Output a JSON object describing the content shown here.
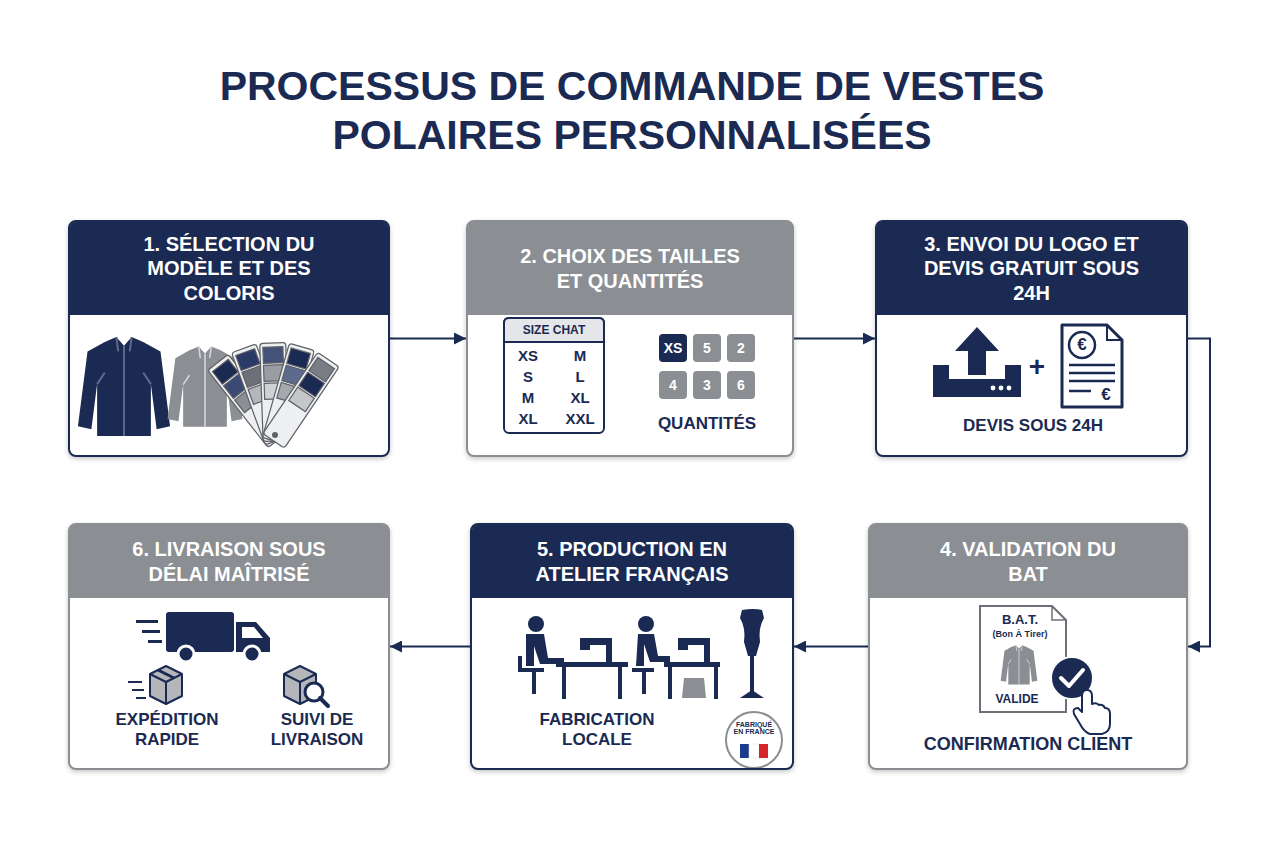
{
  "diagram": {
    "title": "PROCESSUS DE COMMANDE DE VESTES POLAIRES PERSONNALISÉES",
    "nodes": [
      {
        "text": [
          "1. SÉLECTION DU MODÈLE ET DES COLORIS"
        ]
      },
      {
        "text": [
          "2. CHOIX DES TAILLES ET QUANTITÉS",
          "QUANTITÉS"
        ]
      },
      {
        "text": [
          "3. ENVOI DU LOGO ET DEVIS GRATUIT SOUS 24H",
          "DEVIS SOUS 24H"
        ]
      },
      {
        "text": [
          "4. VALIDATION DU BAT",
          "CONFIRMATION CLIENT"
        ]
      },
      {
        "text": [
          "5. PRODUCTION EN ATELIER FRANÇAIS",
          "FABRICATION LOCALE"
        ]
      },
      {
        "text": [
          "6. LIVRAISON SOUS DÉLAI MAÎTRISÉ",
          "EXPÉDITION RAPIDE",
          "SUIVI DE LIVRAISON"
        ]
      }
    ],
    "edges": [
      {
        "from": 0,
        "to": 1,
        "arrow": "to"
      },
      {
        "from": 1,
        "to": 2,
        "arrow": "to"
      },
      {
        "from": 2,
        "to": 3,
        "arrow": "to"
      },
      {
        "from": 3,
        "to": 4,
        "arrow": "to"
      },
      {
        "from": 4,
        "to": 5,
        "arrow": "to"
      }
    ],
    "labels": [
      "SIZE CHAT",
      "XS",
      "M",
      "S",
      "L",
      "M",
      "XL",
      "XL",
      "XXL",
      "XS",
      "5",
      "2",
      "4",
      "3",
      "6",
      "+",
      "€",
      "€",
      "B.A.T.",
      "(Bon À Tirer)",
      "VALIDE",
      "FABRIQUÉ EN FRANCE"
    ]
  }
}
